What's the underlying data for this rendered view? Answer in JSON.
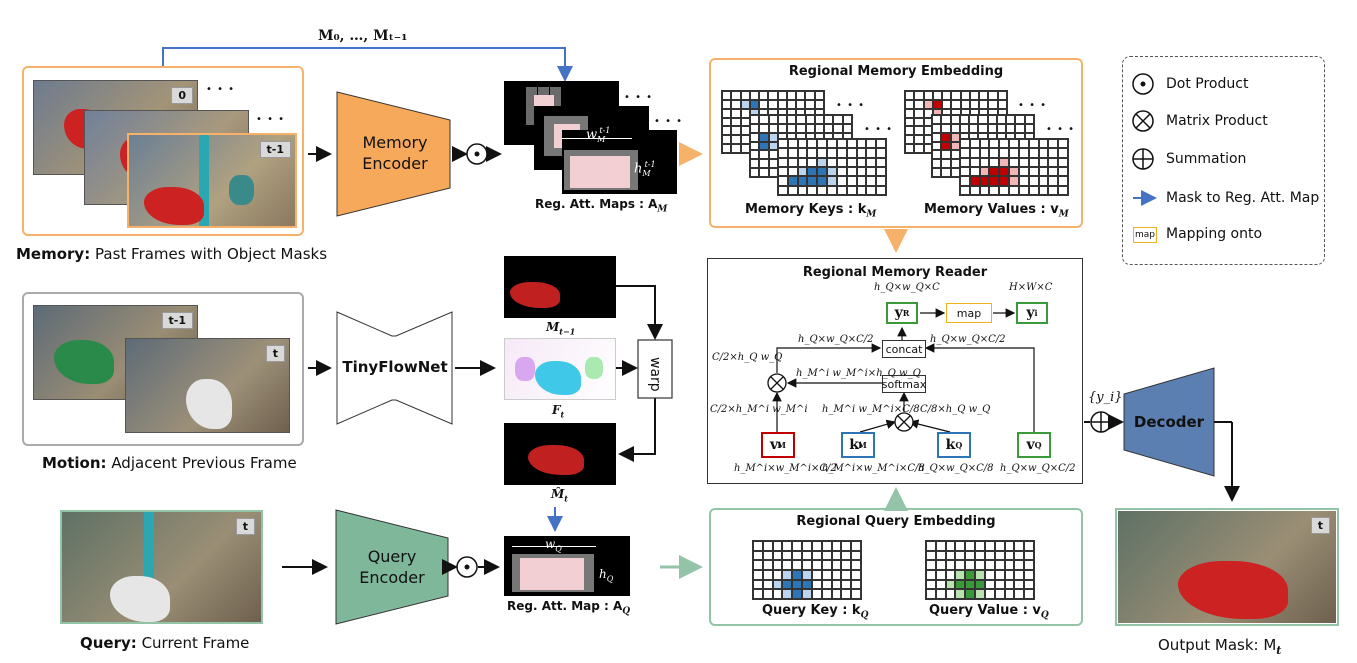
{
  "memory": {
    "caption_bold": "Memory:",
    "caption_rest": "Past Frames with Object Masks",
    "frame_tags": [
      "0",
      "t-1"
    ],
    "dots": "• • •",
    "top_arrow_label": "M₀, …, Mₜ₋₁"
  },
  "memory_encoder": {
    "line1": "Memory",
    "line2": "Encoder"
  },
  "reg_att_maps": {
    "caption": "Reg. Att. Maps : A",
    "caption_sub": "M",
    "w_label": "w",
    "w_sub": "M",
    "w_sup": "t-1",
    "h_label": "h",
    "h_sub": "M",
    "h_sup": "t-1"
  },
  "regional_memory_embedding": {
    "title": "Regional Memory Embedding",
    "keys_label": "Memory Keys : k",
    "keys_sub": "M",
    "values_label": "Memory Values : v",
    "values_sub": "M"
  },
  "legend": {
    "items": [
      {
        "icon": "⊙",
        "label": "Dot Product"
      },
      {
        "icon": "⊗",
        "label": "Matrix Product"
      },
      {
        "icon": "⊕",
        "label": "Summation"
      },
      {
        "icon": "→",
        "label": "Mask to Reg. Att. Map"
      },
      {
        "icon": "map",
        "label": "Mapping onto"
      }
    ]
  },
  "motion": {
    "caption_bold": "Motion:",
    "caption_rest": "Adjacent Previous Frame",
    "frame_tags": [
      "t-1",
      "t"
    ]
  },
  "tinyflownet": {
    "label": "TinyFlowNet"
  },
  "flow": {
    "m_prev": "M",
    "m_prev_sub": "t−1",
    "f_label": "F",
    "f_sub": "t",
    "m_hat": "M̂",
    "m_hat_sub": "t",
    "warp": "warp"
  },
  "reader": {
    "title": "Regional Memory Reader",
    "yr": "y",
    "yr_sub": "R",
    "yi": "y",
    "yi_sub": "i",
    "map": "map",
    "concat": "concat",
    "softmax": "softmax",
    "vm": "v",
    "vm_sub": "M",
    "vm_sup": "i",
    "km": "k",
    "km_sub": "M",
    "km_sup": "i",
    "kq": "k",
    "kq_sub": "Q",
    "vq": "v",
    "vq_sub": "Q",
    "dim_yr": "h_Q×w_Q×C",
    "dim_yi": "H×W×C",
    "dim_concat_left": "h_Q×w_Q×C/2",
    "dim_concat_right": "h_Q×w_Q×C/2",
    "dim_left_top": "C/2×h_Q w_Q",
    "dim_left_mid": "C/2×h_M^i w_M^i",
    "dim_softmax": "h_M^i w_M^i×h_Q w_Q",
    "dim_km_t": "h_M^i w_M^i×C/8",
    "dim_kq_t": "C/8×h_Q w_Q",
    "dim_vm": "h_M^i×w_M^i×C/2",
    "dim_km": "h_M^i×w_M^i×C/8",
    "dim_kq": "h_Q×w_Q×C/8",
    "dim_vq": "h_Q×w_Q×C/2"
  },
  "yi_set": "{y_i}",
  "decoder": {
    "label": "Decoder"
  },
  "output": {
    "caption": "Output Mask: M",
    "caption_sub": "t",
    "frame_tag": "t"
  },
  "query": {
    "caption_bold": "Query:",
    "caption_rest": "Current Frame",
    "frame_tag": "t"
  },
  "query_encoder": {
    "line1": "Query",
    "line2": "Encoder"
  },
  "reg_att_map_q": {
    "caption": "Reg. Att. Map : A",
    "caption_sub": "Q",
    "w_label": "w",
    "w_sub": "Q",
    "h_label": "h",
    "h_sub": "Q"
  },
  "regional_query_embedding": {
    "title": "Regional Query Embedding",
    "key_label": "Query Key : k",
    "key_sub": "Q",
    "value_label": "Query Value : v",
    "value_sub": "Q"
  },
  "colors": {
    "orange": "#f7a95b",
    "orange_border": "#f6b26b",
    "green": "#7fb79b",
    "green_border": "#93c4a8",
    "blue_decoder": "#5b7fb0",
    "arrow_blue": "#4472c4",
    "red": "#c00000",
    "key_blue": "#2e75b6",
    "val_green": "#3a9a3a"
  }
}
